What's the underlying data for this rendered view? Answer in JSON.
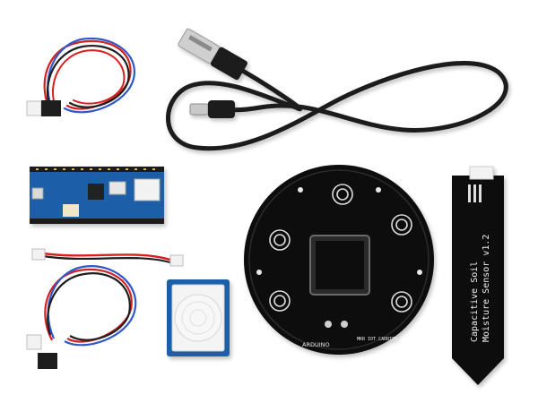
{
  "image": {
    "background": "#ffffff",
    "objects": [
      {
        "name": "jumper cable top-left",
        "colors": [
          "#d62020",
          "#2f58c8",
          "#1e1e1e",
          "#f2f2f2"
        ]
      },
      {
        "name": "usb to micro-usb cable",
        "colors": [
          "#1a1a1a",
          "#c9c9c9"
        ]
      },
      {
        "name": "arduino mkr board",
        "colors": [
          "#1b5fa8",
          "#e6e6e6"
        ]
      },
      {
        "name": "short red/black cable",
        "colors": [
          "#d62020",
          "#1e1e1e"
        ]
      },
      {
        "name": "jumper cable bottom-left",
        "colors": [
          "#d62020",
          "#2f58c8",
          "#1e1e1e"
        ]
      },
      {
        "name": "pir motion sensor",
        "colors": [
          "#1b5fa8",
          "#f4f4f4"
        ]
      },
      {
        "name": "mkr iot carrier",
        "colors": [
          "#111111",
          "#d9d9d9"
        ]
      },
      {
        "name": "capacitive soil moisture sensor",
        "colors": [
          "#0d0d0d",
          "#f0f0f0"
        ]
      }
    ]
  },
  "carrier": {
    "brand": "ARDUINO",
    "label": "MKR IOT CARRIER"
  },
  "soil_sensor": {
    "line1": "Capacitive Soil",
    "line2": "Moisture Sensor v1.2"
  }
}
